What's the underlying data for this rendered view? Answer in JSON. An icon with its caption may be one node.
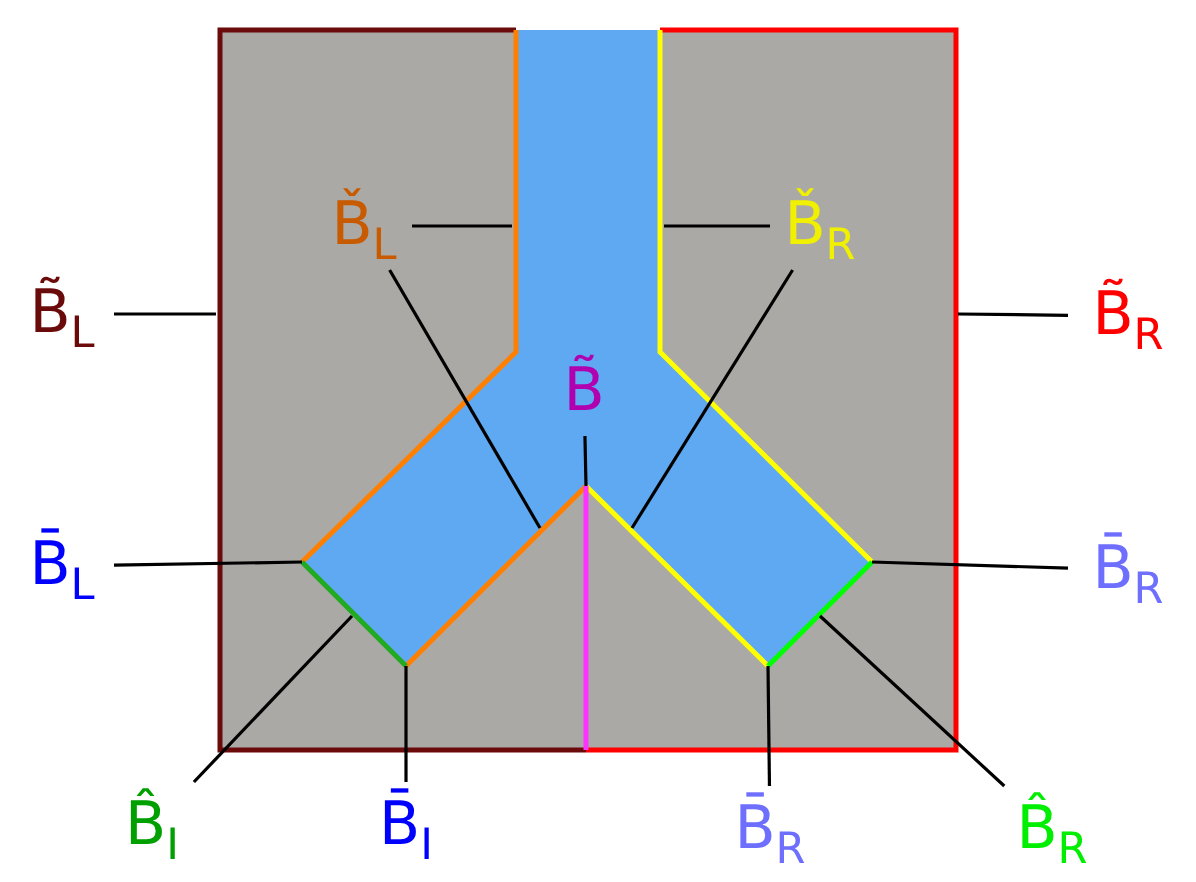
{
  "diagram": {
    "nodes": [
      {
        "text": [
          "B̃$_{L}$"
        ]
      },
      {
        "text": [
          "B̌$_{L}$"
        ]
      },
      {
        "text": [
          "B̌$_{R}$"
        ]
      },
      {
        "text": [
          "B̃$_{R}$"
        ]
      },
      {
        "text": [
          "B̃"
        ]
      },
      {
        "text": [
          "B̄$_{L}$"
        ]
      },
      {
        "text": [
          "B̄$_{R}$"
        ]
      },
      {
        "text": [
          "B̂$_{I}$"
        ]
      },
      {
        "text": [
          "B̄$_{I}$"
        ]
      },
      {
        "text": [
          "B̄$_{R}$"
        ]
      },
      {
        "text": [
          "B̂$_{R}$"
        ]
      }
    ],
    "edges": [
      {
        "from": 0,
        "to": null,
        "arrow": "none"
      },
      {
        "from": 1,
        "to": null,
        "arrow": "none"
      },
      {
        "from": 1,
        "to": null,
        "arrow": "none"
      },
      {
        "from": 2,
        "to": null,
        "arrow": "none"
      },
      {
        "from": 2,
        "to": null,
        "arrow": "none"
      },
      {
        "from": 3,
        "to": null,
        "arrow": "none"
      },
      {
        "from": 4,
        "to": null,
        "arrow": "none"
      },
      {
        "from": 5,
        "to": null,
        "arrow": "none"
      },
      {
        "from": 6,
        "to": null,
        "arrow": "none"
      },
      {
        "from": 7,
        "to": null,
        "arrow": "none"
      },
      {
        "from": 8,
        "to": null,
        "arrow": "none"
      },
      {
        "from": 9,
        "to": null,
        "arrow": "none"
      },
      {
        "from": 10,
        "to": null,
        "arrow": "none"
      }
    ]
  }
}
